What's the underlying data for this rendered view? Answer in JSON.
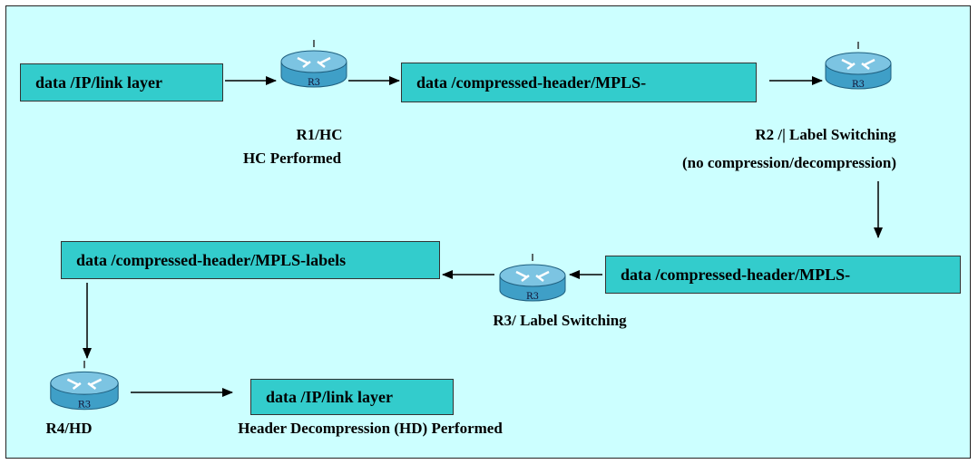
{
  "colors": {
    "panel_bg": "#ccffff",
    "box_fill": "#33cccc",
    "router_body": "#3f9fc7",
    "router_top": "#7cc4e2"
  },
  "boxes": {
    "b1": "data /IP/link layer",
    "b2": "data /compressed-header/MPLS-",
    "b3": "data /compressed-header/MPLS-",
    "b4": "data /compressed-header/MPLS-labels",
    "b5": "data /IP/link layer"
  },
  "routers": {
    "router_glyph": "R3",
    "r1": {
      "name": "R1/HC",
      "desc": "HC Performed"
    },
    "r2": {
      "name": "R2 /| Label Switching",
      "desc": "(no compression/decompression)"
    },
    "r3": {
      "name": "R3/ Label Switching"
    },
    "r4": {
      "name": "R4/HD",
      "desc": "Header Decompression (HD) Performed"
    }
  }
}
